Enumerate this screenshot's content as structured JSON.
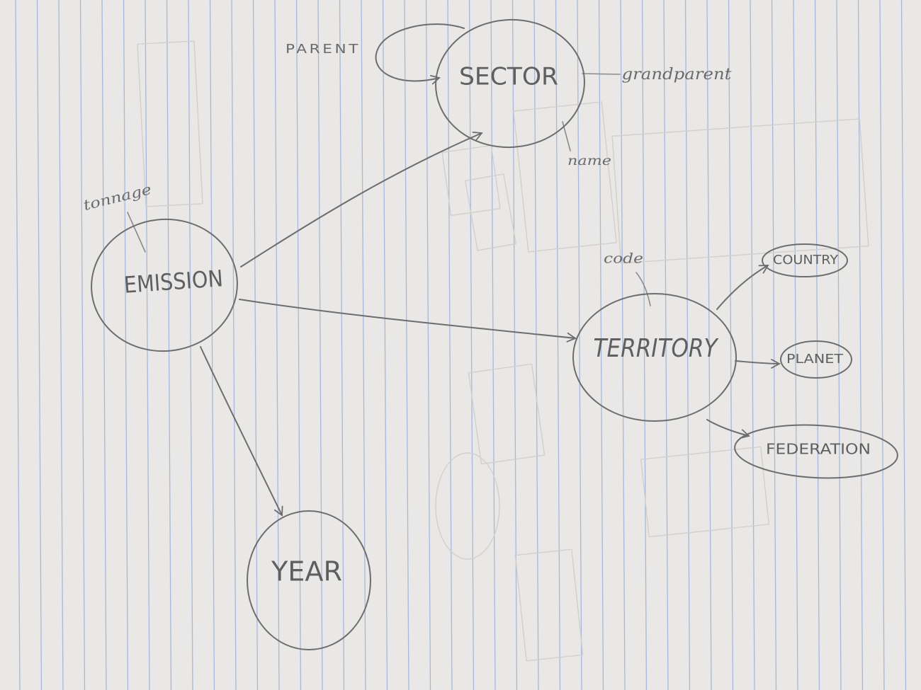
{
  "entities": {
    "sector": "SECTOR",
    "emission": "EMISSION",
    "territory": "TERRITORY",
    "year": "YEAR",
    "country": "COUNTRY",
    "planet": "PLANET",
    "federation": "FEDERATION"
  },
  "attributes": {
    "parent": "PARENT",
    "grandparent": "grandparent",
    "name": "name",
    "tonnage": "tonnage",
    "code": "code"
  }
}
